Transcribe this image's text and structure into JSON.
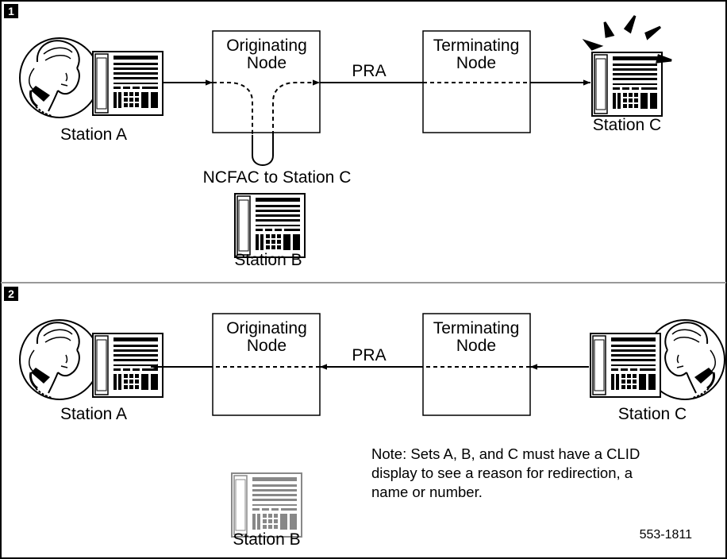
{
  "panel1": {
    "number": "1",
    "originating_node": [
      "Originating",
      "Node"
    ],
    "terminating_node": [
      "Terminating",
      "Node"
    ],
    "link_label": "PRA",
    "forward_label": "NCFAC to Station C",
    "station_a": "Station A",
    "station_b": "Station B",
    "station_c": "Station C"
  },
  "panel2": {
    "number": "2",
    "originating_node": [
      "Originating",
      "Node"
    ],
    "terminating_node": [
      "Terminating",
      "Node"
    ],
    "link_label": "PRA",
    "station_a": "Station A",
    "station_b": "Station B",
    "station_c": "Station C",
    "note": [
      "Note: Sets A, B, and C must have a CLID",
      "display to see a reason for redirection, a",
      "name or number."
    ]
  },
  "figure_id": "553-1811",
  "icons": {
    "person_with_phone": "person-with-handset-icon",
    "telephone_set": "telephone-set-icon",
    "ringing": "ringing-rays-icon"
  },
  "colors": {
    "line": "#000000",
    "panel_divider": "#999999",
    "inactive_set": "#888888"
  }
}
